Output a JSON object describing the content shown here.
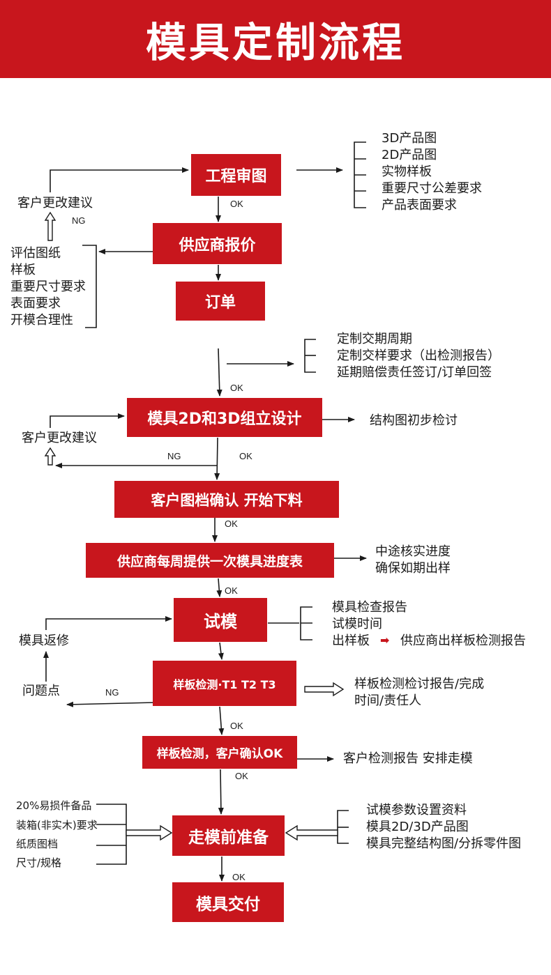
{
  "title": "模具定制流程",
  "colors": {
    "brand_red": "#c8161d",
    "line": "#1a1a1a"
  },
  "steps": {
    "review": "工程审图",
    "quote": "供应商报价",
    "order": "订单",
    "design": "模具2D和3D组立设计",
    "confirm": "客户图档确认 开始下料",
    "progress": "供应商每周提供一次模具进度表",
    "trial": "试模",
    "sample_test": "样板检测·T1 T2 T3",
    "sample_ok": "样板检测，客户确认OK",
    "prep": "走模前准备",
    "delivery": "模具交付"
  },
  "review_inputs": [
    "3D产品图",
    "2D产品图",
    "实物样板",
    "重要尺寸公差要求",
    "产品表面要求"
  ],
  "client_change_1": "客户更改建议",
  "quote_eval": [
    "评估图纸",
    "样板",
    "重要尺寸要求",
    "表面要求",
    "开模合理性"
  ],
  "order_terms": [
    "定制交期周期",
    "定制交样要求（出检测报告）",
    "延期赔偿责任签订/订单回签"
  ],
  "design_output": "结构图初步检讨",
  "client_change_2": "客户更改建议",
  "progress_notes": [
    "中途核实进度",
    "确保如期出样"
  ],
  "trial_outputs": [
    "模具检查报告",
    "试模时间",
    "出样板"
  ],
  "trial_extra": "供应商出样板检测报告",
  "mold_repair": "模具返修",
  "issues": "问题点",
  "sample_report": [
    "样板检测检讨报告/完成",
    "时间/责任人"
  ],
  "ok_output": "客户检测报告 安排走模",
  "prep_left": [
    "20%易损件备品",
    "装箱(非实木)要求",
    "纸质图档",
    "尺寸/规格"
  ],
  "prep_right": [
    "试模参数设置资料",
    "模具2D/3D产品图",
    "模具完整结构图/分拆零件图"
  ],
  "labels": {
    "ok": "OK",
    "ng": "NG"
  }
}
